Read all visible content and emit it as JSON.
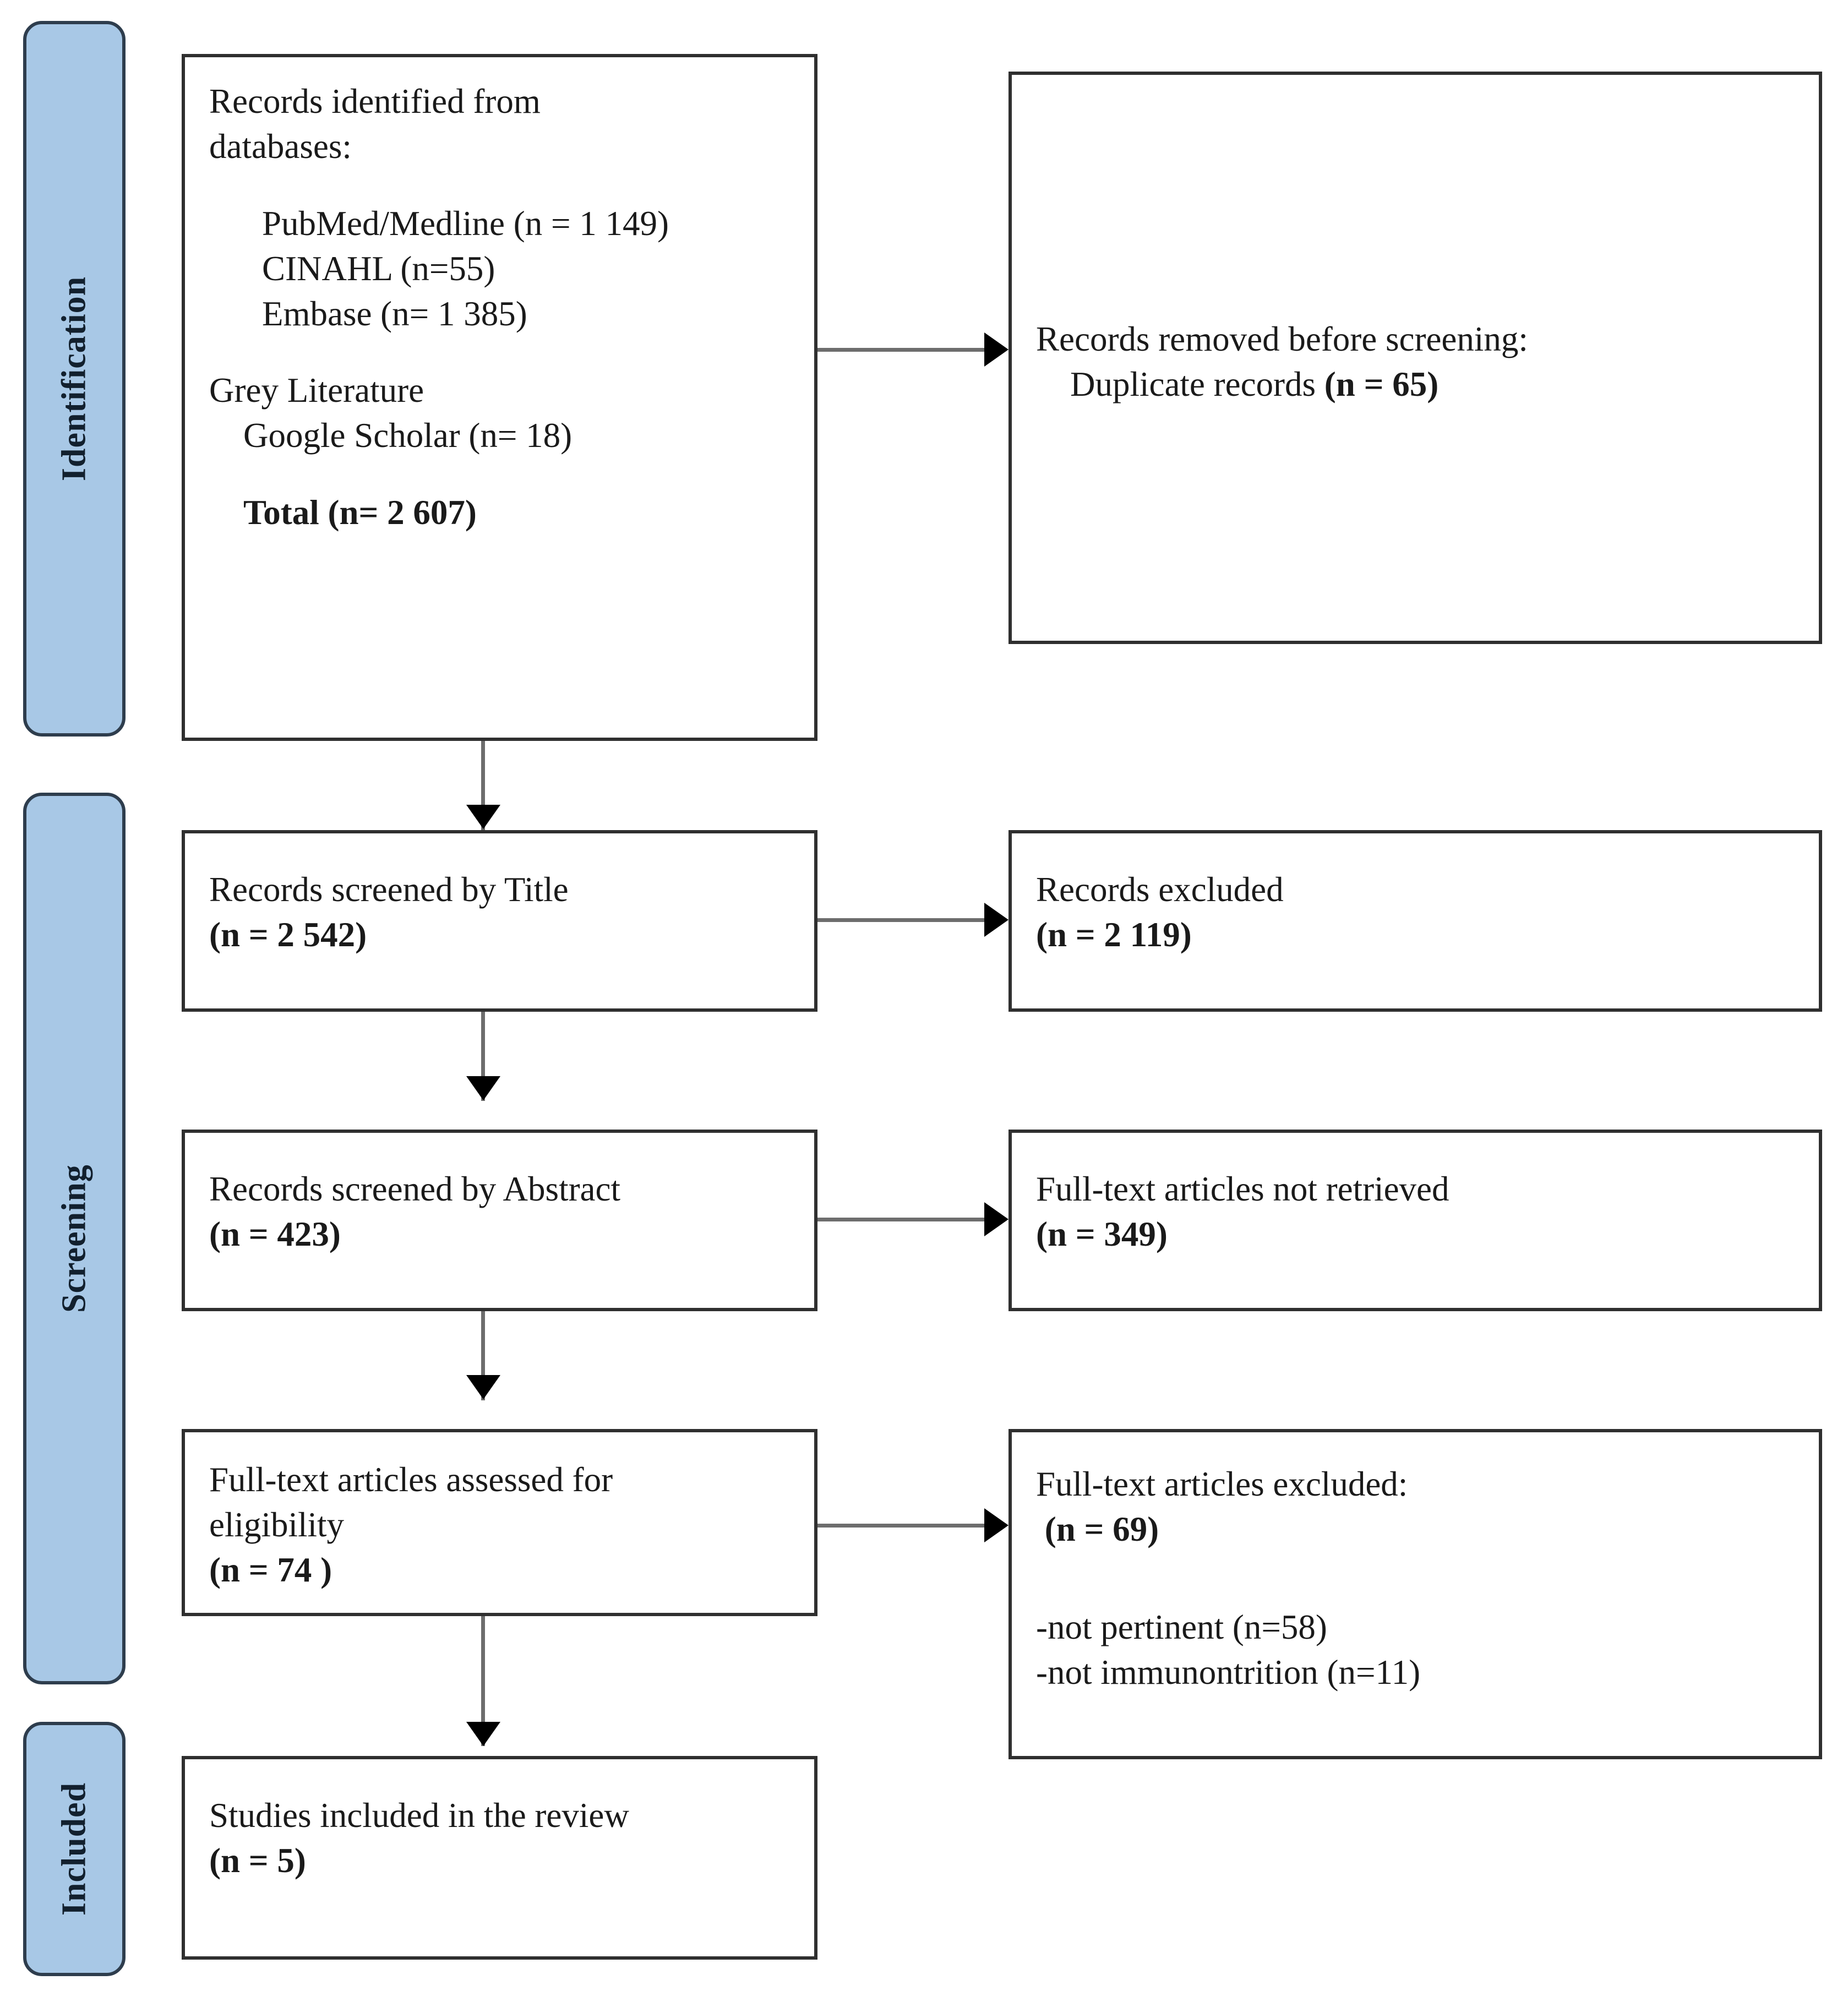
{
  "diagram": {
    "type": "prisma-flow-diagram",
    "accent_color": "#a8c8e6",
    "border_color": "#2f2f2f",
    "arrow_color": "#6d6d6d"
  },
  "phases": [
    {
      "id": "identification",
      "label": "Identification"
    },
    {
      "id": "screening",
      "label": "Screening"
    },
    {
      "id": "included",
      "label": "Included"
    }
  ],
  "boxes": {
    "identified": {
      "title": "Records identified from",
      "title2": "databases:",
      "sources": [
        "PubMed/Medline (n = 1 149)",
        "CINAHL (n=55)",
        "Embase (n= 1 385)"
      ],
      "grey_header": "Grey Literature",
      "grey_source": "Google Scholar (n= 18)",
      "total": "Total (n= 2 607)"
    },
    "removed": {
      "line1": "Records removed before screening:",
      "line2_text": "Duplicate records ",
      "line2_value": "(n = 65)"
    },
    "screened_title": {
      "line1": "Records screened by Title",
      "value": "(n = 2 542)"
    },
    "excluded_title": {
      "line1": "Records excluded",
      "value": "(n = 2 119)"
    },
    "screened_abstract": {
      "line1": "Records screened by Abstract",
      "value": "(n = 423)"
    },
    "not_retrieved": {
      "line1": "Full-text articles not retrieved",
      "value": "(n = 349)"
    },
    "eligibility": {
      "line1": "Full-text articles assessed for",
      "line2": "eligibility",
      "value": "(n = 74 )"
    },
    "fulltext_excluded": {
      "line1": "Full-text articles excluded:",
      "value": " (n = 69)",
      "reasons": [
        "-not pertinent (n=58)",
        "-not immunontrition (n=11)"
      ]
    },
    "included_studies": {
      "line1": "Studies included in the review",
      "value": "(n = 5)"
    }
  },
  "chart_data": {
    "type": "table",
    "title": "PRISMA 2020 flow diagram",
    "stages": [
      {
        "stage": "Records identified from PubMed/Medline",
        "n": 1149
      },
      {
        "stage": "Records identified from CINAHL",
        "n": 55
      },
      {
        "stage": "Records identified from Embase",
        "n": 1385
      },
      {
        "stage": "Records identified from Google Scholar (grey literature)",
        "n": 18
      },
      {
        "stage": "Total records identified",
        "n": 2607
      },
      {
        "stage": "Duplicate records removed before screening",
        "n": 65
      },
      {
        "stage": "Records screened by Title",
        "n": 2542
      },
      {
        "stage": "Records excluded at Title",
        "n": 2119
      },
      {
        "stage": "Records screened by Abstract",
        "n": 423
      },
      {
        "stage": "Full-text articles not retrieved",
        "n": 349
      },
      {
        "stage": "Full-text articles assessed for eligibility",
        "n": 74
      },
      {
        "stage": "Full-text articles excluded",
        "n": 69
      },
      {
        "stage": "Excluded - not pertinent",
        "n": 58
      },
      {
        "stage": "Excluded - not immunontrition",
        "n": 11
      },
      {
        "stage": "Studies included in the review",
        "n": 5
      }
    ]
  }
}
